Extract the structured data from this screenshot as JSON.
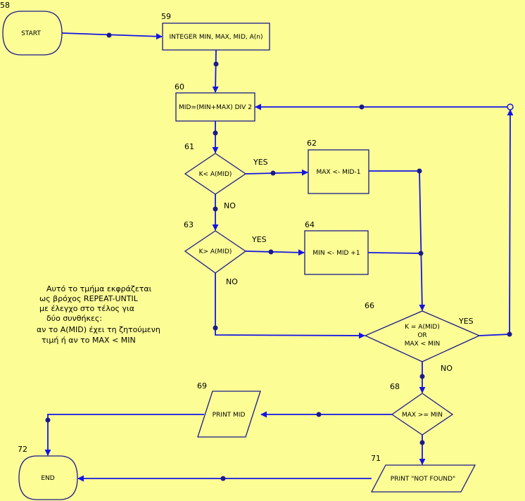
{
  "nodes": {
    "start": {
      "label": "START",
      "number": "58"
    },
    "declare": {
      "label": "INTEGER MIN, MAX, MID, A(n)",
      "number": "59"
    },
    "calc_mid": {
      "label": "MID=(MIN+MAX) DIV 2",
      "number": "60"
    },
    "cond_less": {
      "label": "K< A(MID)",
      "number": "61"
    },
    "set_max": {
      "label": "MAX <- MID-1",
      "number": "62"
    },
    "cond_greater": {
      "label": "K> A(MID)",
      "number": "63"
    },
    "set_min": {
      "label": "MIN <- MID +1",
      "number": "64"
    },
    "cond_loop": {
      "label_lines": [
        "K = A(MID)",
        "OR",
        "MAX < MIN"
      ],
      "number": "66"
    },
    "cond_found": {
      "label": "MAX >= MIN",
      "number": "68"
    },
    "print_mid": {
      "label": "PRINT MID",
      "number": "69"
    },
    "print_not_found": {
      "label": "PRINT \"NOT FOUND\"",
      "number": "71"
    },
    "end": {
      "label": "END",
      "number": "72"
    }
  },
  "edge_labels": {
    "cond_less_yes": "YES",
    "cond_less_no": "NO",
    "cond_greater_yes": "YES",
    "cond_greater_no": "NO",
    "cond_loop_yes": "YES",
    "cond_loop_no": "NO"
  },
  "note": {
    "lines": [
      "Αυτό το τμήμα εκφράζεται",
      "ως βρόχος REPEAT-UNTIL",
      "με έλεγχο στο τέλος για",
      "δύο συνθήκες:",
      "αν το A(MID) έχει τη ζητούμενη",
      "τιμή ή αν το MAX < MIN"
    ]
  },
  "colors": {
    "background": "#fdfd96",
    "edge": "#1414e6",
    "node_stroke": "#1a1a8c"
  }
}
